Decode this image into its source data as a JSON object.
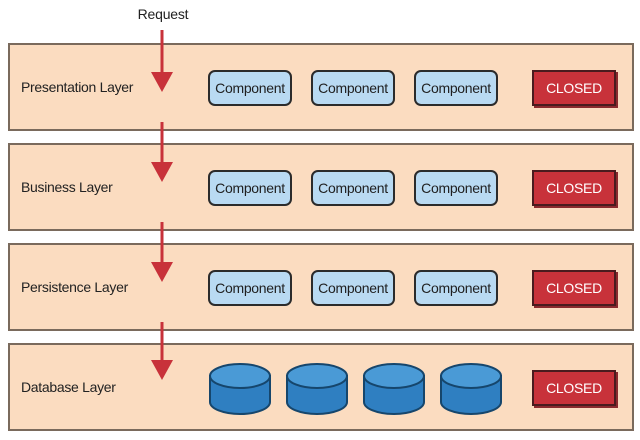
{
  "request_label": "Request",
  "layers": [
    {
      "name": "Presentation Layer",
      "components": [
        "Component",
        "Component",
        "Component"
      ],
      "status": "CLOSED"
    },
    {
      "name": "Business Layer",
      "components": [
        "Component",
        "Component",
        "Component"
      ],
      "status": "CLOSED"
    },
    {
      "name": "Persistence Layer",
      "components": [
        "Component",
        "Component",
        "Component"
      ],
      "status": "CLOSED"
    },
    {
      "name": "Database Layer",
      "databases": 4,
      "status": "CLOSED"
    }
  ],
  "colors": {
    "layer_fill": "#fbdcc0",
    "component_fill": "#b9daf2",
    "closed_fill": "#c8323a",
    "arrow": "#c8323a",
    "database": "#2f7fc1"
  }
}
